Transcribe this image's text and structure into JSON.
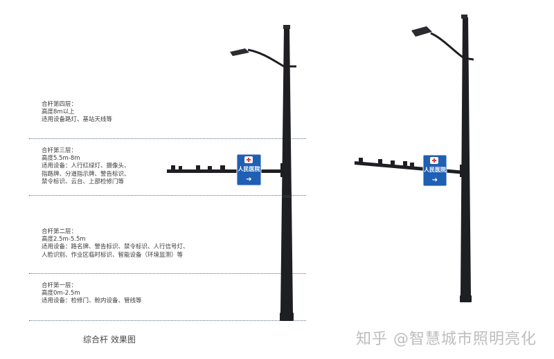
{
  "layers": [
    {
      "title": "合杆第四层：",
      "lines": [
        "高度8m以上",
        "适用设备路灯、基站天线等"
      ]
    },
    {
      "title": "合杆第三层：",
      "lines": [
        "高度5.5m-8m",
        "适用设备：人行红绿灯、摄像头、",
        "指路牌、分道指示牌、警告标识、",
        "禁令标识、云台、上部检修门等"
      ]
    },
    {
      "title": "合杆第二层：",
      "lines": [
        "高度2.5m-5.5m",
        "适用设备：路名牌、警告标识、禁令标识、人行信号灯、",
        "人脸识别、作业区临时标识、智能设备（环境监测）等"
      ]
    },
    {
      "title": "合杆第一层：",
      "lines": [
        "高度0m-2.5m",
        "适用设备：检修门、舱内设备、管线等"
      ]
    }
  ],
  "sign": {
    "text": "人民医院",
    "arrow": "➔",
    "color": "#1f5fb4"
  },
  "caption": "综合杆 效果图",
  "watermark": "知乎 @智慧城市照明亮化",
  "colors": {
    "pole": "#1e1f22",
    "divider": "#5b6f86"
  }
}
